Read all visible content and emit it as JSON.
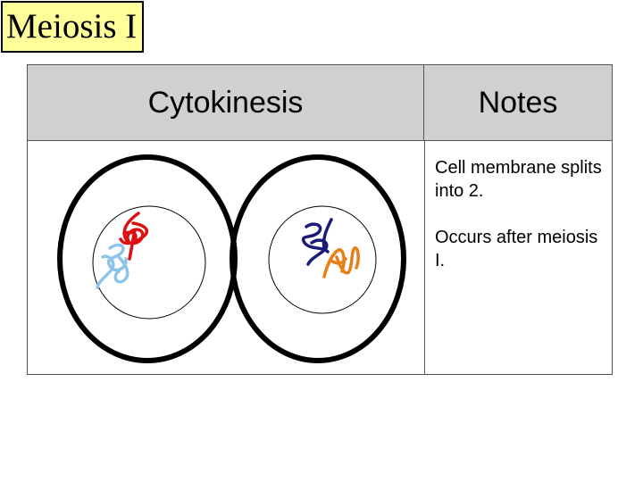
{
  "slide": {
    "title": "Meiosis I"
  },
  "table": {
    "header_left": "Cytokinesis",
    "header_right": "Notes",
    "notes": [
      "Cell membrane splits into 2.",
      "Occurs after meiosis I."
    ]
  },
  "colors": {
    "title_background": "#ffff99",
    "header_background": "#d0d0d0",
    "chromosome_red": "#dd1111",
    "chromosome_light_blue": "#8ec3ea",
    "chromosome_dark_blue": "#1a1a7a",
    "chromosome_orange": "#e8801a"
  }
}
